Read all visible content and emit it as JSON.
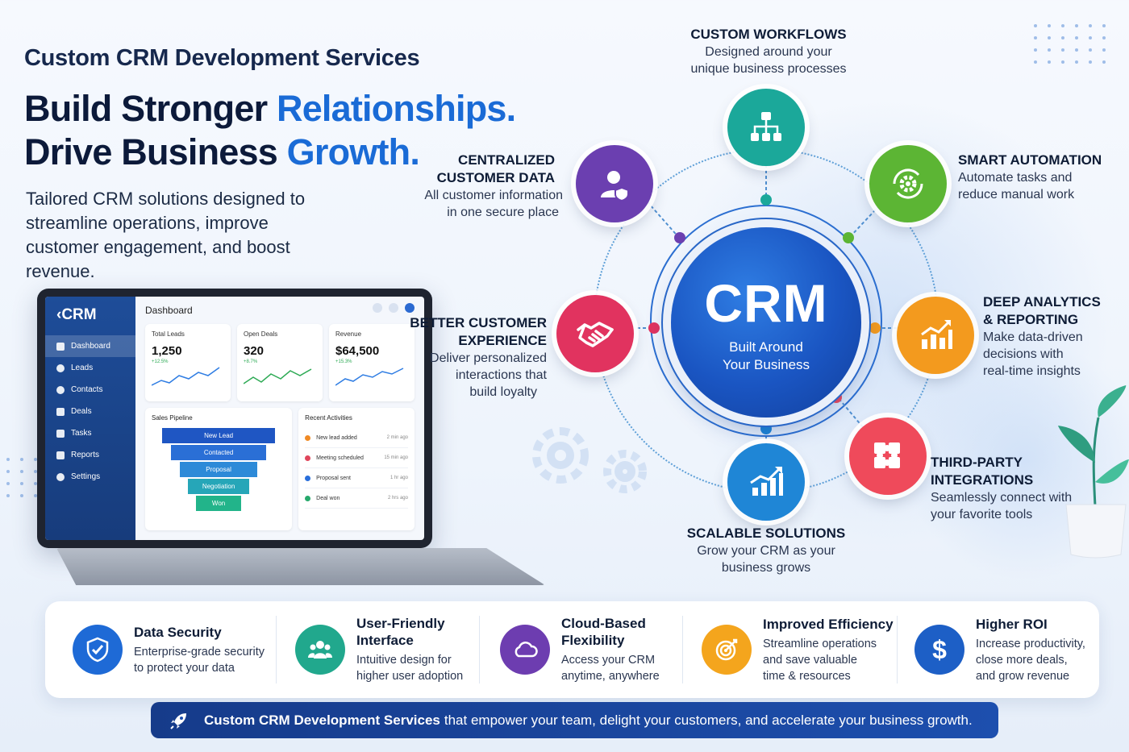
{
  "header": {
    "subtitle": "Custom CRM Development Services",
    "headline_line1_a": "Build Stronger",
    "headline_line1_b": "Relationships.",
    "headline_line2_a": "Drive Business",
    "headline_line2_b": "Growth.",
    "intro": "Tailored CRM solutions designed to streamline operations, improve customer engagement, and boost revenue."
  },
  "laptop": {
    "logo": "CRM",
    "sidebar": [
      "Dashboard",
      "Leads",
      "Contacts",
      "Deals",
      "Tasks",
      "Reports",
      "Settings"
    ],
    "page_title": "Dashboard",
    "cards": [
      {
        "label": "Total Leads",
        "value": "1,250",
        "change": "+12.5%"
      },
      {
        "label": "Open Deals",
        "value": "320",
        "change": "+8.7%"
      },
      {
        "label": "Revenue",
        "value": "$64,500",
        "change": "+15.3%"
      }
    ],
    "pipeline_title": "Sales Pipeline",
    "pipeline": [
      "New Lead",
      "Contacted",
      "Proposal",
      "Negotiation",
      "Won"
    ],
    "activities_title": "Recent Activities",
    "activities": [
      {
        "text": "New lead added",
        "time": "2 min ago",
        "color": "#f08a24"
      },
      {
        "text": "Meeting scheduled",
        "time": "15 min ago",
        "color": "#e0465c"
      },
      {
        "text": "Proposal sent",
        "time": "1 hr ago",
        "color": "#2a6fdb"
      },
      {
        "text": "Deal won",
        "time": "2 hrs ago",
        "color": "#27a96c"
      }
    ]
  },
  "crm": {
    "title": "CRM",
    "subtitle_line1": "Built Around",
    "subtitle_line2": "Your Business"
  },
  "features": {
    "workflows": {
      "title": "CUSTOM WORKFLOWS",
      "desc1": "Designed around your",
      "desc2": "unique business processes",
      "icon": "hierarchy-icon",
      "color": "#1ba89a"
    },
    "automation": {
      "title": "SMART AUTOMATION",
      "desc1": "Automate tasks and",
      "desc2": "reduce manual work",
      "icon": "gear-cycle-icon",
      "color": "#5cb534"
    },
    "centralized": {
      "title1": "CENTRALIZED",
      "title2": "CUSTOMER DATA",
      "desc1": "All customer information",
      "desc2": "in one secure place",
      "icon": "user-shield-icon",
      "color": "#6b3fb0"
    },
    "analytics": {
      "title1": "DEEP ANALYTICS",
      "title2": "& REPORTING",
      "desc1": "Make data-driven",
      "desc2": "decisions with",
      "desc3": "real-time insights",
      "icon": "bar-chart-icon",
      "color": "#f39a1e"
    },
    "experience": {
      "title1": "BETTER CUSTOMER",
      "title2": "EXPERIENCE",
      "desc1": "Deliver personalized",
      "desc2": "interactions that",
      "desc3": "build loyalty",
      "icon": "handshake-icon",
      "color": "#e1335f"
    },
    "integrations": {
      "title1": "THIRD-PARTY",
      "title2": "INTEGRATIONS",
      "desc1": "Seamlessly connect with",
      "desc2": "your favorite tools",
      "icon": "puzzle-icon",
      "color": "#ef4a5b"
    },
    "scalable": {
      "title": "SCALABLE SOLUTIONS",
      "desc1": "Grow your CRM as your",
      "desc2": "business grows",
      "icon": "growth-chart-icon",
      "color": "#1f86d6"
    }
  },
  "benefits": [
    {
      "title1": "Data Security",
      "title2": "",
      "desc1": "Enterprise-grade security",
      "desc2": "to protect your data",
      "desc3": "",
      "icon": "shield-check-icon",
      "color": "#1e6ad6"
    },
    {
      "title1": "User-Friendly",
      "title2": "Interface",
      "desc1": "Intuitive design for",
      "desc2": "higher user adoption",
      "desc3": "",
      "icon": "users-icon",
      "color": "#21a88d"
    },
    {
      "title1": "Cloud-Based",
      "title2": "Flexibility",
      "desc1": "Access your CRM",
      "desc2": "anytime, anywhere",
      "desc3": "",
      "icon": "cloud-icon",
      "color": "#6d3db0"
    },
    {
      "title1": "Improved Efficiency",
      "title2": "",
      "desc1": "Streamline operations",
      "desc2": "and save valuable",
      "desc3": "time & resources",
      "icon": "target-icon",
      "color": "#f4a51d"
    },
    {
      "title1": "Higher ROI",
      "title2": "",
      "desc1": "Increase productivity,",
      "desc2": "close more deals,",
      "desc3": "and grow revenue",
      "icon": "dollar-icon",
      "color": "#1d5fc6"
    }
  ],
  "banner": {
    "bold": "Custom CRM Development Services",
    "rest": "that empower your team, delight your customers, and accelerate your business growth.",
    "icon": "rocket-icon"
  }
}
